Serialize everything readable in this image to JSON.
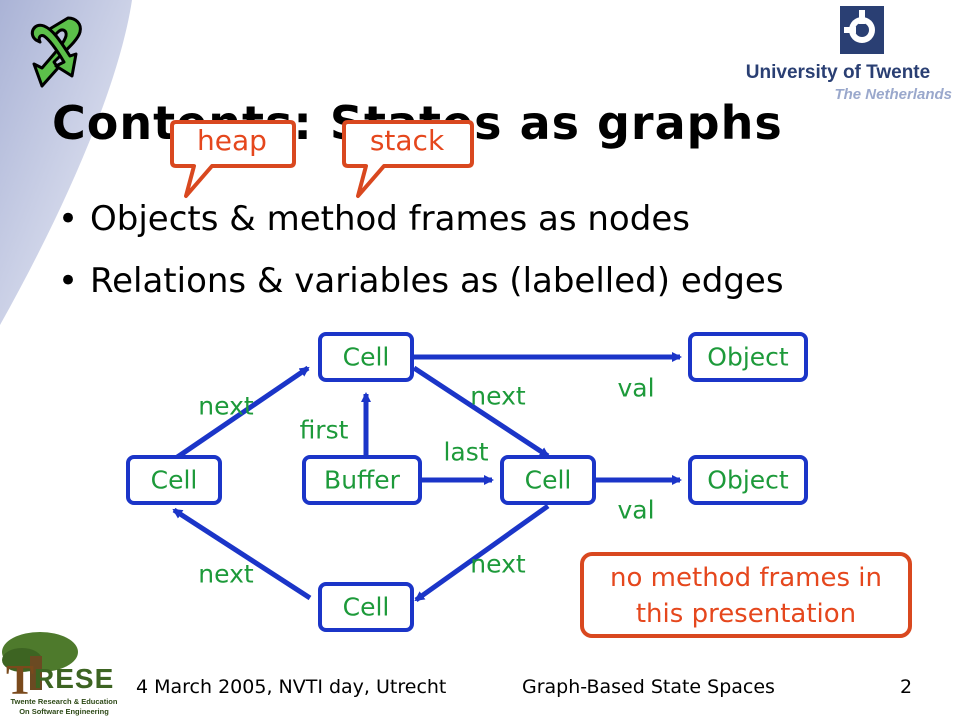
{
  "slide": {
    "title": "Contents: States as graphs",
    "bullets": [
      "Objects & method frames as nodes",
      "Relations & variables as (labelled) edges"
    ],
    "callouts": {
      "heap": "heap",
      "stack": "stack"
    },
    "note": {
      "line1": "no method frames in",
      "line2": "this presentation"
    },
    "page_number": "2"
  },
  "diagram": {
    "nodes": {
      "cell_top": "Cell",
      "cell_left": "Cell",
      "buffer": "Buffer",
      "cell_mid": "Cell",
      "cell_bottom": "Cell",
      "object_top": "Object",
      "object_mid": "Object"
    },
    "edges": {
      "next_left_up": "next",
      "next_top_right": "next",
      "first": "first",
      "last": "last",
      "val_top": "val",
      "val_mid": "val",
      "next_bottom_right": "next",
      "next_bottom_left": "next"
    }
  },
  "branding": {
    "university": "University of Twente",
    "country": "The Netherlands",
    "group_letters": "TRESE",
    "group_subtitle_1": "Twente Research & Education",
    "group_subtitle_2": "On Software Engineering"
  },
  "footer": {
    "left": "4 March 2005, NVTI day, Utrecht",
    "center": "Graph-Based State Spaces"
  },
  "colors": {
    "node_border": "#1b35c8",
    "node_text": "#1d9a3a",
    "callout": "#d9481f",
    "background_swoosh": "#c9cfe4"
  },
  "icons": [
    "green-arrow-logo",
    "university-twente-logo",
    "trese-tree-logo",
    "bullet-dot"
  ]
}
